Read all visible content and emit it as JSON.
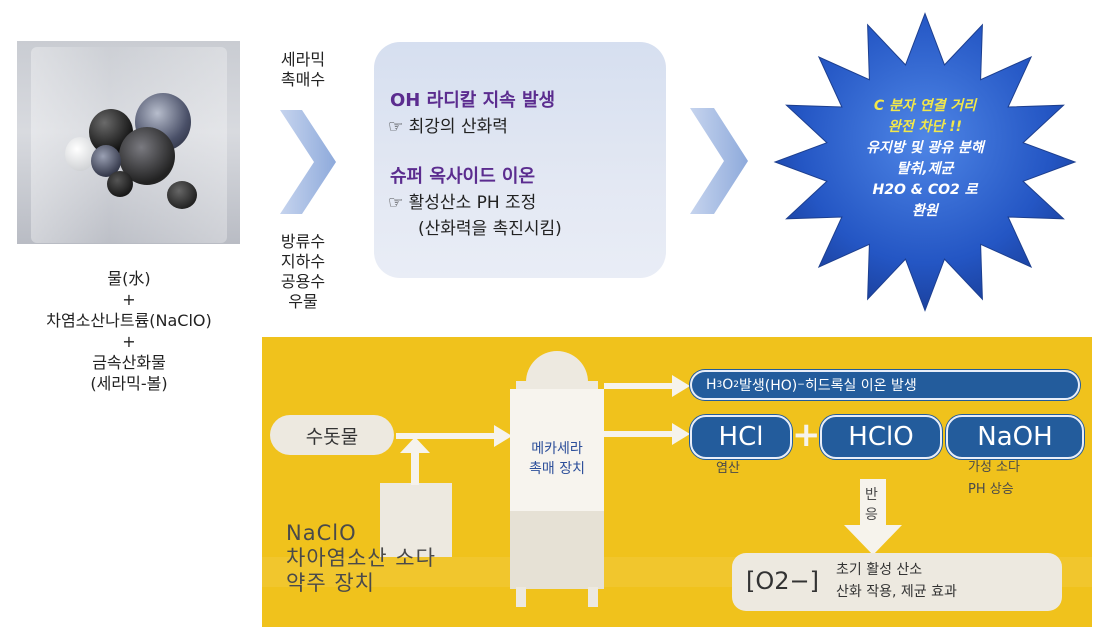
{
  "left_caption": [
    "물(水)",
    "+",
    "차염소산나트륨(NaClO)",
    "+",
    "금속산화물",
    "(세라믹-볼)"
  ],
  "catalyst_label": [
    "세라믹",
    "촉매수"
  ],
  "water_sources": [
    "방류수",
    "지하수",
    "공용수",
    "우물"
  ],
  "bubble": {
    "head1": "OH 라디칼 지속 발생",
    "line1": "☞ 최강의 산화력",
    "head2": "슈퍼 옥사이드 이온",
    "line2": "☞ 활성산소 PH 조정",
    "line3": "(산화력을 촉진시킴)"
  },
  "star": {
    "line1": "C 분자 연결 거리",
    "line2": "완전 차단 !!",
    "line3": "유지방  및 광유 분해",
    "line4": "탈취,제균",
    "line5": "H2O & CO2 로",
    "line6": "환원"
  },
  "panel": {
    "tap_water": "수돗물",
    "device": [
      "메카세라",
      "촉매 장치"
    ],
    "h2o2_prefix": "H",
    "h2o2_sub1": "3",
    "h2o2_mid": "O",
    "h2o2_sub2": "2",
    "h2o2_rest": " 발생(HO)",
    "h2o2_sup": "−",
    "h2o2_tail": "히드록실 이온 발생",
    "hcl": "HCl",
    "plus": "+",
    "hclo": "HClO",
    "naoh": "NaOH",
    "hcl_label": "염산",
    "naoh_label1": "가성 소다",
    "naoh_label2": "PH 상승",
    "reaction": [
      "반",
      "응"
    ],
    "naclo": [
      "NaClO",
      "차아염소산 소다",
      "약주 장치"
    ],
    "o2": "[O2−]",
    "o2_line1": "초기 활성 산소",
    "o2_line2": "산화 작용, 제균 효과"
  }
}
